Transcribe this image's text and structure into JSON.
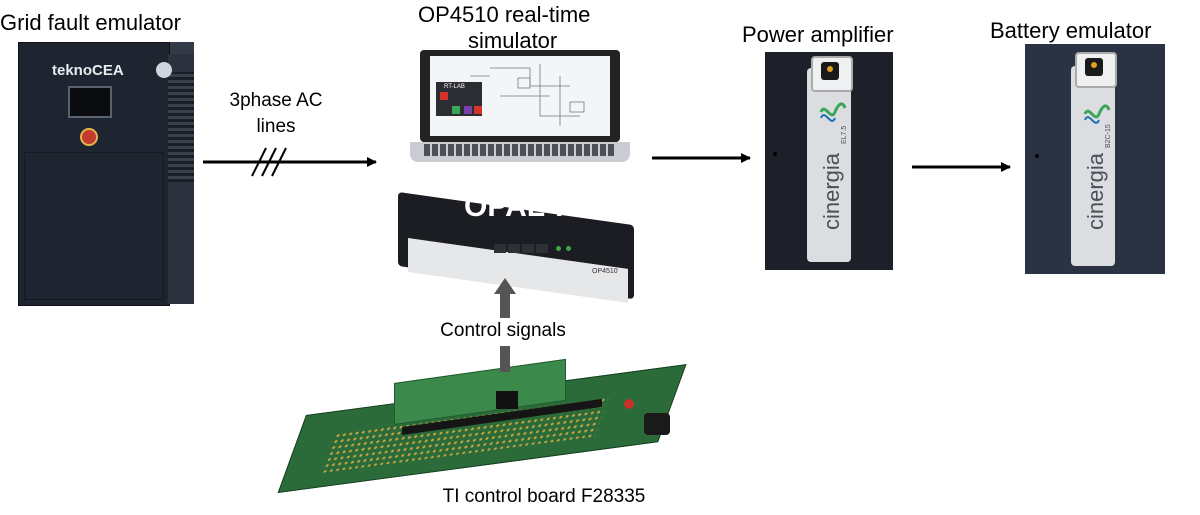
{
  "labels": {
    "grid_fault": "Grid fault emulator",
    "op4510": "OP4510 real-time",
    "simulator": "simulator",
    "power_amp": "Power amplifier",
    "battery": "Battery emulator",
    "ac_line1": "3phase AC",
    "ac_line2": "lines",
    "control_signals": "Control signals",
    "ti_board": "TI control board F28335"
  },
  "devices": {
    "cabinet_brand": "teknoCEA",
    "opal_logo": "OPAL-RT",
    "laptop_app": "RT-LAB",
    "opal_model": "OP4510",
    "amp_brand": "cinergia",
    "amp_model": "EL7.5",
    "batt_brand": "cinergia",
    "batt_model": "B2C-15"
  },
  "colors": {
    "arrow": "#000000",
    "up_arrow": "#555555",
    "brand_green": "#3aa657",
    "brand_blue": "#1d6fb8"
  }
}
